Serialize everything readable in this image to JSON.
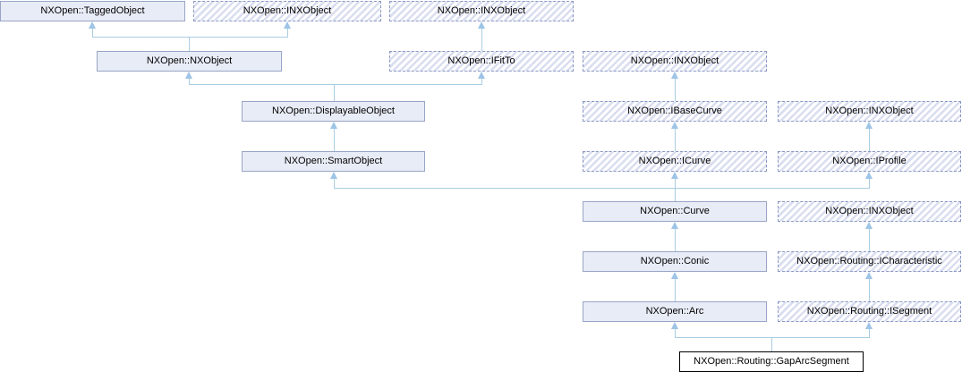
{
  "diagram": {
    "kind": "class-inheritance-diagram",
    "target_class": "NXOpen::Routing::GapArcSegment",
    "colors": {
      "solid_node_fill": "#e8ecf6",
      "solid_node_border": "#99a5c6",
      "interface_hatch_stripe": "#d9def0",
      "interface_border": "#8b98c4",
      "edge_line": "#a9cde3",
      "edge_arrow": "#9ec4e6",
      "target_border": "#000000",
      "text": "#000000"
    },
    "nodes": [
      {
        "label": "NXOpen::TaggedObject",
        "kind": "class"
      },
      {
        "label": "NXOpen::INXObject",
        "kind": "interface"
      },
      {
        "label": "NXOpen::INXObject",
        "kind": "interface"
      },
      {
        "label": "NXOpen::NXObject",
        "kind": "class"
      },
      {
        "label": "NXOpen::IFitTo",
        "kind": "interface"
      },
      {
        "label": "NXOpen::INXObject",
        "kind": "interface"
      },
      {
        "label": "NXOpen::DisplayableObject",
        "kind": "class"
      },
      {
        "label": "NXOpen::IBaseCurve",
        "kind": "interface"
      },
      {
        "label": "NXOpen::INXObject",
        "kind": "interface"
      },
      {
        "label": "NXOpen::SmartObject",
        "kind": "class"
      },
      {
        "label": "NXOpen::ICurve",
        "kind": "interface"
      },
      {
        "label": "NXOpen::IProfile",
        "kind": "interface"
      },
      {
        "label": "NXOpen::Curve",
        "kind": "class"
      },
      {
        "label": "NXOpen::INXObject",
        "kind": "interface"
      },
      {
        "label": "NXOpen::Conic",
        "kind": "class"
      },
      {
        "label": "NXOpen::Routing::ICharacteristic",
        "kind": "interface"
      },
      {
        "label": "NXOpen::Arc",
        "kind": "class"
      },
      {
        "label": "NXOpen::Routing::ISegment",
        "kind": "interface"
      },
      {
        "label": "NXOpen::Routing::GapArcSegment",
        "kind": "current"
      }
    ],
    "edges": [
      {
        "derived": "NXOpen::NXObject",
        "bases": [
          "NXOpen::TaggedObject",
          "NXOpen::INXObject"
        ]
      },
      {
        "derived": "NXOpen::IFitTo",
        "bases": [
          "NXOpen::INXObject"
        ]
      },
      {
        "derived": "NXOpen::DisplayableObject",
        "bases": [
          "NXOpen::NXObject",
          "NXOpen::IFitTo"
        ]
      },
      {
        "derived": "NXOpen::IBaseCurve",
        "bases": [
          "NXOpen::INXObject"
        ]
      },
      {
        "derived": "NXOpen::SmartObject",
        "bases": [
          "NXOpen::DisplayableObject"
        ]
      },
      {
        "derived": "NXOpen::ICurve",
        "bases": [
          "NXOpen::IBaseCurve"
        ]
      },
      {
        "derived": "NXOpen::IProfile",
        "bases": [
          "NXOpen::INXObject"
        ]
      },
      {
        "derived": "NXOpen::Curve",
        "bases": [
          "NXOpen::SmartObject",
          "NXOpen::ICurve",
          "NXOpen::IProfile"
        ]
      },
      {
        "derived": "NXOpen::Routing::ICharacteristic",
        "bases": [
          "NXOpen::INXObject"
        ]
      },
      {
        "derived": "NXOpen::Conic",
        "bases": [
          "NXOpen::Curve"
        ]
      },
      {
        "derived": "NXOpen::Arc",
        "bases": [
          "NXOpen::Conic"
        ]
      },
      {
        "derived": "NXOpen::Routing::ISegment",
        "bases": [
          "NXOpen::Routing::ICharacteristic"
        ]
      },
      {
        "derived": "NXOpen::Routing::GapArcSegment",
        "bases": [
          "NXOpen::Arc",
          "NXOpen::Routing::ISegment"
        ]
      }
    ]
  }
}
